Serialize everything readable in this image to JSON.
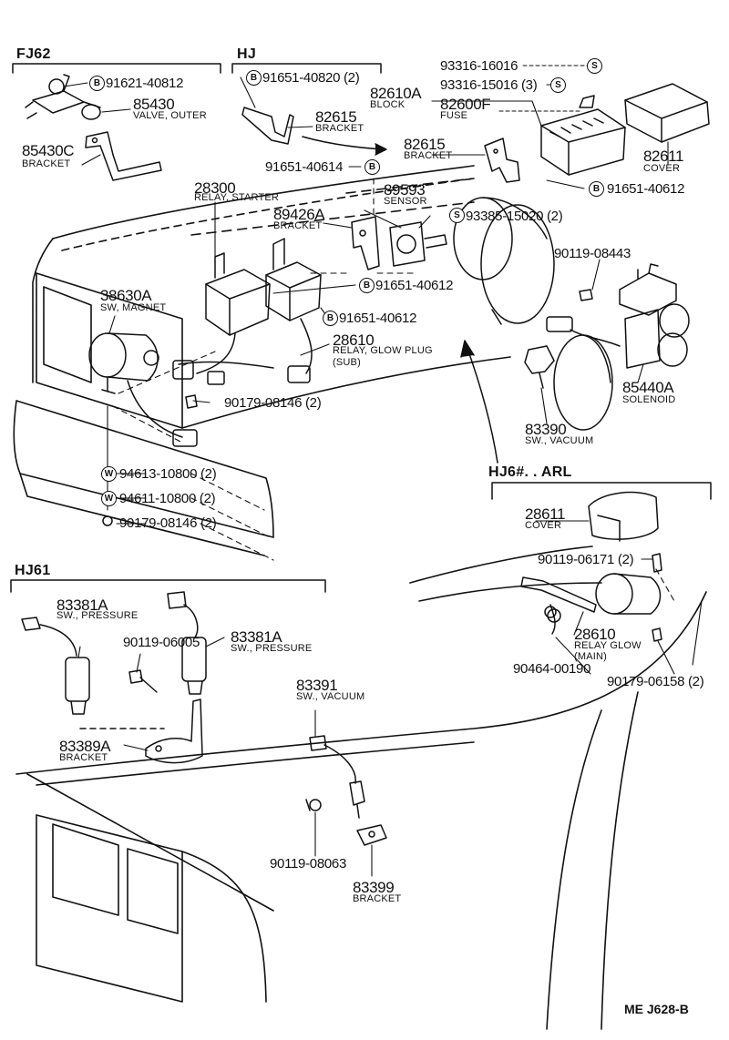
{
  "groups": {
    "fj62": "FJ62",
    "hj": "HJ",
    "hj6_arl": "HJ6#. . ARL",
    "hj61": "HJ61"
  },
  "badges": {
    "bolt": "B",
    "screw": "S",
    "washer": "W"
  },
  "parts": {
    "p_91621_40812": "91621-40812",
    "p_85430": "85430",
    "n_85430": "VALVE, OUTER",
    "p_85430c": "85430C",
    "n_85430c": "BRACKET",
    "p_91651_40820": "91651-40820 (2)",
    "p_82615a": "82615",
    "n_82615a": "BRACKET",
    "p_82610a": "82610A",
    "n_82610a": "BLOCK",
    "p_93316_16016": "93316-16016",
    "p_93316_15016": "93316-15016 (3)",
    "p_82600f": "82600F",
    "n_82600f": "FUSE",
    "p_82615b": "82615",
    "n_82615b": "BRACKET",
    "p_82611a": "82611",
    "n_82611a": "COVER",
    "p_91651_40614": "91651-40614",
    "p_91651_40612a": "91651-40612",
    "p_28300": "28300",
    "n_28300": "RELAY, STARTER",
    "p_89593": "89593",
    "n_89593": "SENSOR",
    "p_89426a": "89426A",
    "n_89426a": "BRACKET",
    "p_93385_15020": "93385-15020 (2)",
    "p_90119_08443": "90119-08443",
    "p_38630a": "38630A",
    "n_38630a": "SW, MAGNET",
    "p_91651_40612b": "91651-40612",
    "p_91651_40612c": "91651-40612",
    "p_28610a": "28610",
    "n_28610a": "RELAY, GLOW PLUG",
    "n_28610a_sub": "(SUB)",
    "p_85440a": "85440A",
    "n_85440a": "SOLENOID",
    "p_90179_08146a": "90179-08146 (2)",
    "p_83390": "83390",
    "n_83390": "SW., VACUUM",
    "p_94613_10800": "94613-10800 (2)",
    "p_94611_10800": "94611-10800 (2)",
    "p_90179_08146b": "90179-08146 (2)",
    "p_28611b": "28611",
    "n_28611b": "COVER",
    "p_90119_06171": "90119-06171 (2)",
    "p_28610b": "28610",
    "n_28610b": "RELAY GLOW",
    "n_28610b_main": "(MAIN)",
    "p_90464_00190": "90464-00190",
    "p_90179_06158": "90179-06158 (2)",
    "p_83381a_l": "83381A",
    "n_83381a_l": "SW., PRESSURE",
    "p_83381a_r": "83381A",
    "n_83381a_r": "SW., PRESSURE",
    "p_90119_06005": "90119-06005",
    "p_83389a": "83389A",
    "n_83389a": "BRACKET",
    "p_83391": "83391",
    "n_83391": "SW., VACUUM",
    "p_90119_08063": "90119-08063",
    "p_83399": "83399",
    "n_83399": "BRACKET"
  },
  "footer_ref": "ME  J628-B"
}
